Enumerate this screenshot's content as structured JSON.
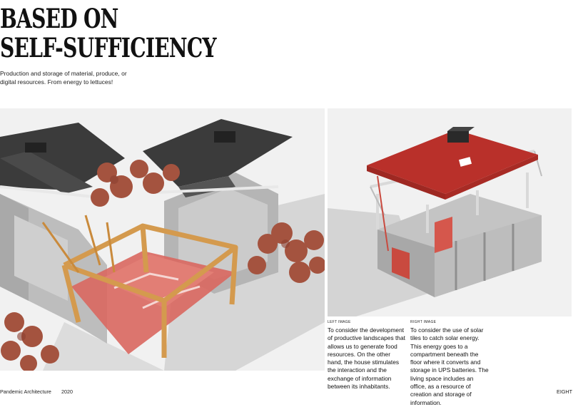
{
  "header": {
    "title_line1": "BASED ON",
    "title_line2": "SELF-SUFFICIENCY",
    "subtitle": "Production and storage of material, produce, or digital resources. From energy to lettuces!"
  },
  "captions": {
    "left": {
      "label": "LEFT IMAGE",
      "text": "To consider the development of productive landscapes that allows us to generate food resources. On the other hand, the house stimulates the interaction and the exchange of information between its inhabitants."
    },
    "right": {
      "label": "RIGHT IMAGE",
      "text": "To consider the use of solar tiles to catch solar energy. This energy goes to a compartment beneath the floor where it converts and storage in UPS batteries. The living space includes an office, as a resource of creation and storage of information."
    }
  },
  "footer": {
    "publication": "Pandemic Architecture",
    "year": "2020",
    "page": "EIGHT"
  },
  "colors": {
    "accent_red": "#c0392b",
    "roof_dark": "#3a3a3a",
    "wood": "#d9a45c",
    "shrub": "#a4533f",
    "wall_grey": "#b8b8b8",
    "shadow": "#c9c9c9"
  }
}
